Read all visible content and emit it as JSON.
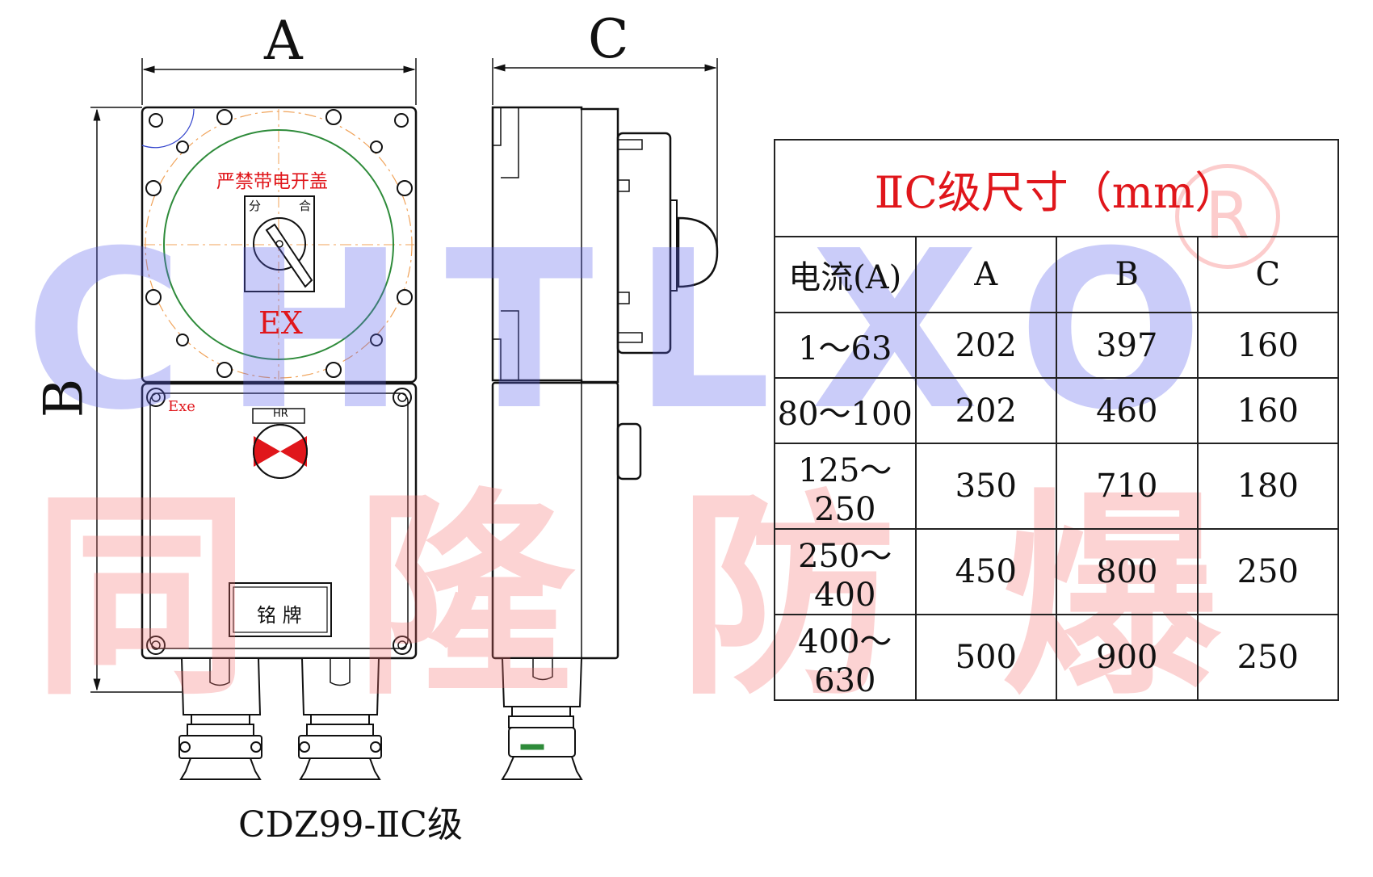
{
  "dimension_labels": {
    "a": "A",
    "b": "B",
    "c": "C"
  },
  "front_view": {
    "cover_warning": "严禁带电开盖",
    "switch_off": "分",
    "switch_on": "合",
    "ex_mark": "EX",
    "exe_mark": "Exe",
    "indicator_label": "HR",
    "nameplate": "铭 牌"
  },
  "caption": "CDZ99-ⅡC级",
  "watermark": {
    "latin": [
      "C",
      "H",
      "T",
      "L",
      "X",
      "O"
    ],
    "chinese": [
      "同",
      "隆",
      "防",
      "爆"
    ],
    "registered": "R"
  },
  "table": {
    "title": "ⅡC级尺寸（mm）",
    "headers": [
      "电流(A)",
      "A",
      "B",
      "C"
    ],
    "rows": [
      [
        "1～63",
        "202",
        "397",
        "160"
      ],
      [
        "80～100",
        "202",
        "460",
        "160"
      ],
      [
        "125～250",
        "350",
        "710",
        "180"
      ],
      [
        "250～400",
        "450",
        "800",
        "250"
      ],
      [
        "400～630",
        "500",
        "900",
        "250"
      ]
    ]
  },
  "colors": {
    "accent_red": "#e0161b",
    "watermark_blue": "#5a5feb",
    "watermark_red": "#f56e6e",
    "inner_circle": "#2e8b3a"
  }
}
